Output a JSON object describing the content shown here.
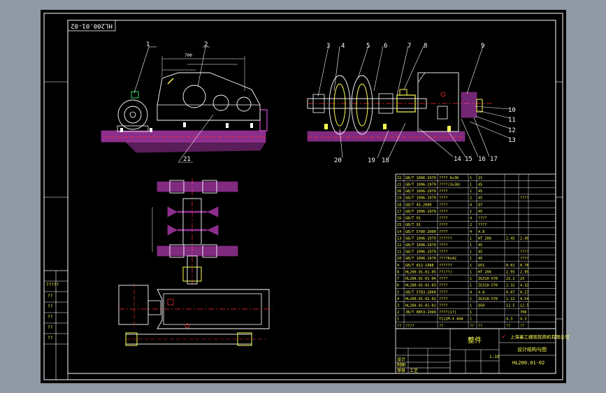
{
  "drawing_code": "HL200.01-02",
  "balloons_top": [
    "1",
    "2",
    "3",
    "4",
    "5",
    "6",
    "7",
    "8",
    "9"
  ],
  "balloons_right": [
    "10",
    "11",
    "12",
    "13"
  ],
  "balloons_bottom_right": [
    "20",
    "19",
    "18",
    "14",
    "15",
    "16",
    "17"
  ],
  "balloon_21": "21",
  "dim_left": "700",
  "bom_rows": [
    [
      "22",
      "GB/T 1096-1979",
      "???? 6x30",
      "1",
      "21",
      "",
      ""
    ],
    [
      "21",
      "GB/T 1096-1979",
      "????(3x38)",
      "1",
      "45",
      "",
      ""
    ],
    [
      "20",
      "GB/T 1096-1979",
      "????",
      "1",
      "45",
      "",
      ""
    ],
    [
      "19",
      "GB/T 1096-1979",
      "????",
      "2",
      "45",
      "",
      "????"
    ],
    [
      "18",
      "GB/T 45-2000",
      "????",
      "4",
      "Q7",
      "",
      ""
    ],
    [
      "17",
      "GB/T 1096-1979",
      "????",
      "1",
      "45",
      "",
      ""
    ],
    [
      "16",
      "GB/T 91",
      "????",
      "4",
      "????",
      "",
      ""
    ],
    [
      "15",
      "GB/T 91",
      "????",
      "2",
      "????",
      "",
      ""
    ],
    [
      "14",
      "GB/T 5780-2000",
      "????",
      "4",
      "4.8",
      "",
      ""
    ],
    [
      "13",
      "GB/T 1096-1979",
      "??????",
      "1",
      "HT 200",
      "2.45",
      "2.45"
    ],
    [
      "12",
      "GB/T 1096-1979",
      "????",
      "1",
      "45",
      "",
      ""
    ],
    [
      "11",
      "GB/T 1096-1979",
      "????",
      "1",
      "45",
      "",
      "????"
    ],
    [
      "10",
      "GB/T 1096-1979",
      "????6x42",
      "1",
      "45",
      "",
      "????"
    ],
    [
      "9",
      "GB/T 812-1988",
      "??????",
      "1",
      "Q51",
      "0.01",
      "0.76"
    ],
    [
      "8",
      "HL200.01-01-05",
      "??(??)",
      "1",
      "HT 200",
      "2.95",
      "2.95"
    ],
    [
      "7",
      "HL200.01-01-04",
      "????",
      "1",
      "ZG310-570",
      "22.2",
      "23"
    ],
    [
      "6",
      "HL200.01-01-03",
      "????",
      "1",
      "ZG310-570",
      "2.32",
      "4.32"
    ],
    [
      "5",
      "GB/T 5783-2000",
      "????",
      "4",
      "4.8",
      "0.07",
      "0.27"
    ],
    [
      "4",
      "HL200.01-01-02",
      "????",
      "1",
      "ZG310-570",
      "1.12",
      "4.54"
    ],
    [
      "3",
      "HL200.01-01-01",
      "????",
      "1",
      "Q50",
      "12.5",
      "12.5"
    ],
    [
      "2",
      "JB/T 8853-1999",
      "????(1?)",
      "1",
      "",
      "",
      "700"
    ],
    [
      "1",
      "",
      "Y112M-4 4kW",
      "1",
      "",
      "4.3",
      "4.3"
    ],
    [
      "??",
      "????",
      "??",
      "??",
      "??",
      "??",
      "??"
    ]
  ],
  "title_block": {
    "product": "整件",
    "company": "上海童工细现就商机有限公司",
    "drawing_title": "设计结构与图",
    "drawing_number": "HL200.01-02",
    "scale_label": "1:10",
    "left_labels": [
      "设计",
      "制图",
      "审核",
      "工艺"
    ]
  },
  "left_strip_labels": [
    "?????",
    "??",
    "??",
    "??",
    "??",
    "??"
  ],
  "colors": {
    "background": "#000000",
    "frame": "#ffffff",
    "line_main": "#00ffff",
    "line_red": "#ff2d2d",
    "hatch": "#ff55ff",
    "yellow": "#ffff55",
    "green": "#2dff6d",
    "grey": "#9aa0a6"
  }
}
